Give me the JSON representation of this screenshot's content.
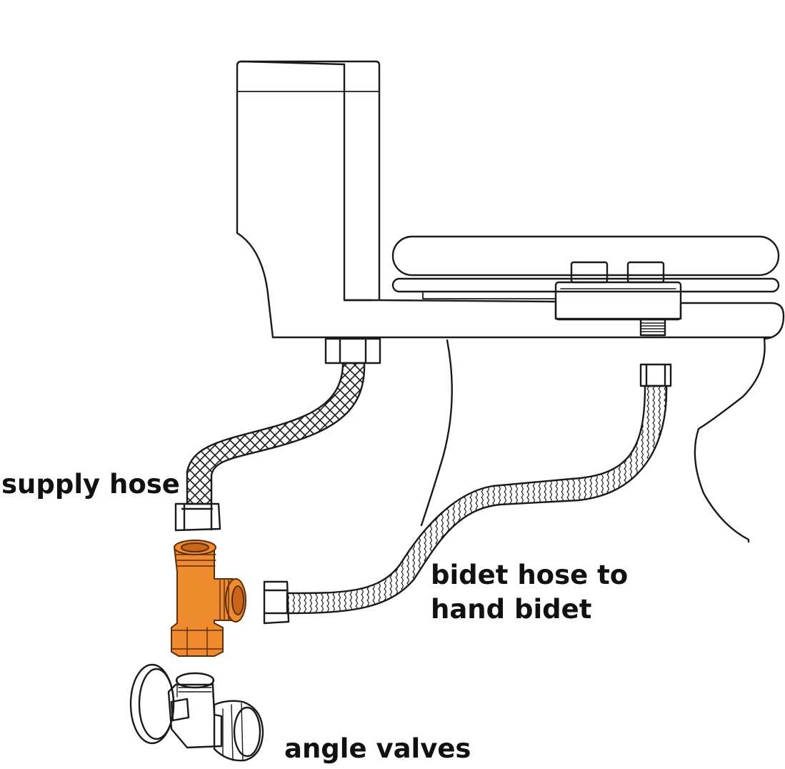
{
  "labels": {
    "supply_hose": "supply hose",
    "bidet_hose_line1": "bidet hose to",
    "bidet_hose_line2": "hand bidet",
    "angle_valves": "angle valves"
  },
  "colors": {
    "line": "#1a1a1a",
    "background": "#ffffff",
    "tee_fitting": "#ef8a2e",
    "tee_fitting_dark": "#c9661a",
    "text": "#111111"
  },
  "icons": {
    "toilet": "toilet-outline-icon",
    "tee": "t-valve-adapter-icon",
    "valve": "angle-valve-icon"
  }
}
